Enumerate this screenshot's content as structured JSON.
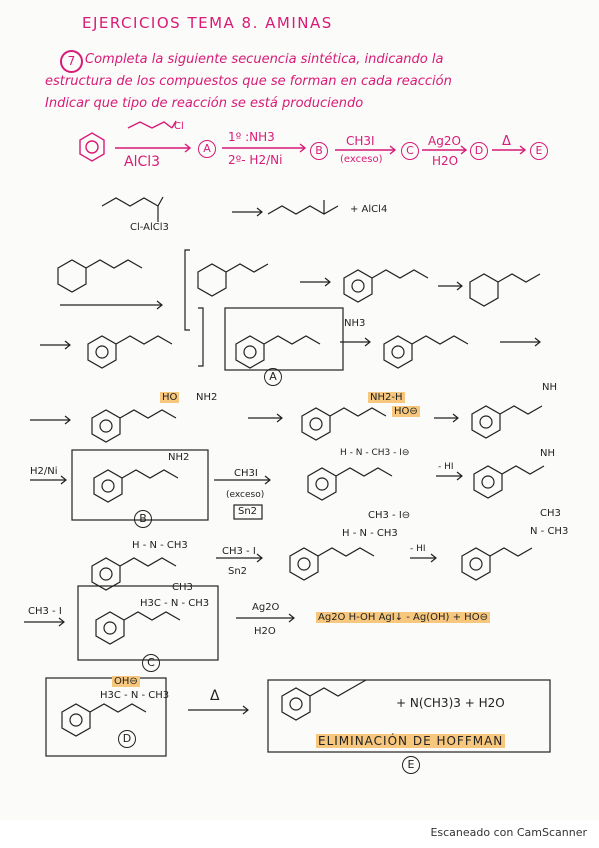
{
  "header": {
    "title": "EJERCICIOS TEMA 8.  AMINAS",
    "question_number": "7",
    "instruction_line1": "Completa la siguiente secuencia sintética, indicando la",
    "instruction_line2": "estructura de los compuestos que se forman en cada reacción",
    "instruction_line3": "Indicar que tipo de reacción se está produciendo"
  },
  "sequence": {
    "reagent_top": "Cl",
    "catalyst": "AlCl3",
    "A": "A",
    "step2_top": "1º :NH3",
    "step2_bottom": "2º- H2/Ni",
    "B": "B",
    "step3_top": "CH3I",
    "step3_bottom": "(exceso)",
    "C": "C",
    "step4_top": "Ag2O",
    "step4_bottom": "H2O",
    "D": "D",
    "step5_top": "Δ",
    "E": "E"
  },
  "acylium": {
    "complex_label": "Cl-AlCl3",
    "product": "+ AlCl4"
  },
  "amination": {
    "nh3_label": "NH3",
    "oh_label": "HO",
    "nh2_label": "NH2",
    "imine_nh": "NH",
    "nh2h": "NH2-H",
    "ho_minus": "HO⊖",
    "compound_A": "A"
  },
  "reduction": {
    "h2ni": "H2/Ni",
    "nh2": "NH2",
    "ch3i": "CH3I",
    "exceso": "(exceso)",
    "sn2": "Sn2",
    "compound_B": "B",
    "intermediate": "H - N - CH3 - I⊖",
    "minus_hi": "- HI",
    "nh": "NH"
  },
  "methylation2": {
    "amine": "H - N - CH3",
    "ch3i": "CH3 - I",
    "sn2": "Sn2",
    "ion": "CH3 - I⊖",
    "ion_n": "H - N - CH3",
    "minus_hi": "- HI",
    "product_top": "CH3",
    "product_n": "N - CH3"
  },
  "quaternary": {
    "ch3i": "CH3 - I",
    "top": "CH3",
    "n": "H3C - N - CH3",
    "compound_C": "C",
    "ag2o": "Ag2O",
    "h2o": "H2O",
    "equation": "Ag2O   H-OH  AgI↓ - Ag(OH) + HO⊖"
  },
  "elimination": {
    "oh": "OH⊖",
    "n": "H3C - N - CH3",
    "compound_D": "D",
    "delta": "Δ",
    "products": "+ N(CH3)3 + H2O",
    "name": "ELIMINACIÓN DE HOFFMAN",
    "compound_E": "E"
  },
  "footer": {
    "scanner": "Escaneado con CamScanner"
  }
}
